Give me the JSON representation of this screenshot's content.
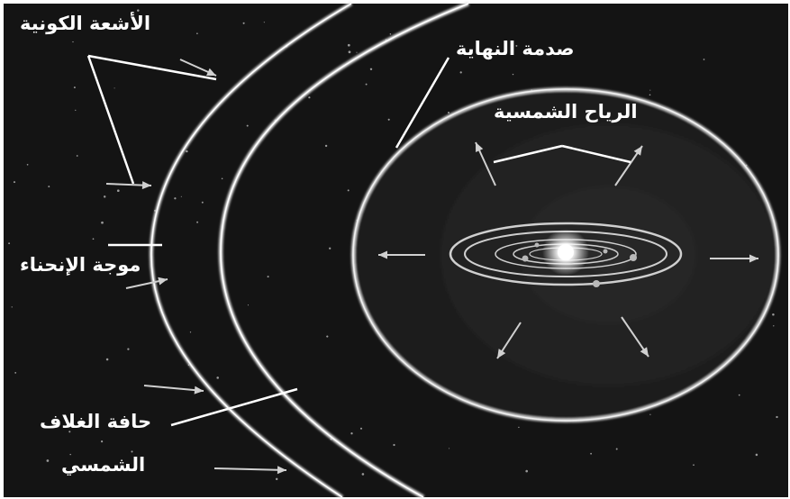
{
  "labels": {
    "cosmic_rays": "الأشعة الكونية",
    "termination_shock": "صدمة النهاية",
    "solar_wind": "الرياح الشمسية",
    "bow_wave": "موجة الإنحناء",
    "heliopause_line1": "حافة الغلاف",
    "heliopause_line2": "الشمسي"
  },
  "colors": {
    "space": "#141414",
    "boundary": "#e8e8e8",
    "text": "#ffffff"
  }
}
